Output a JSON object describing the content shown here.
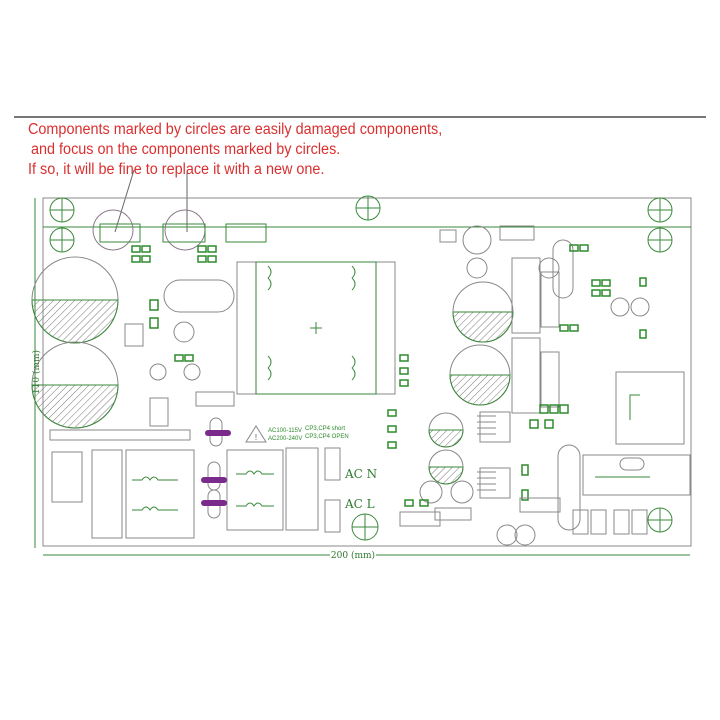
{
  "caption": {
    "line1": "Components marked by circles are easily damaged components,",
    "line2": "and focus on the components marked by circles.",
    "line3": "If so, it will be fine to replace it with a new one."
  },
  "dimensions": {
    "width": "200 (mm)",
    "height": "110 (mm)"
  },
  "board": {
    "voltage_note_1": "AC100-115V",
    "voltage_note_2": "AC200-240V",
    "jumper_note_1": "CP3,CP4 short",
    "jumper_note_2": "CP3,CP4 OPEN",
    "ac_n": "AC N",
    "ac_l": "AC L"
  },
  "colors": {
    "caption": "#d9302f",
    "trace": "#3a8a3a",
    "marker": "#7a2a8a"
  }
}
